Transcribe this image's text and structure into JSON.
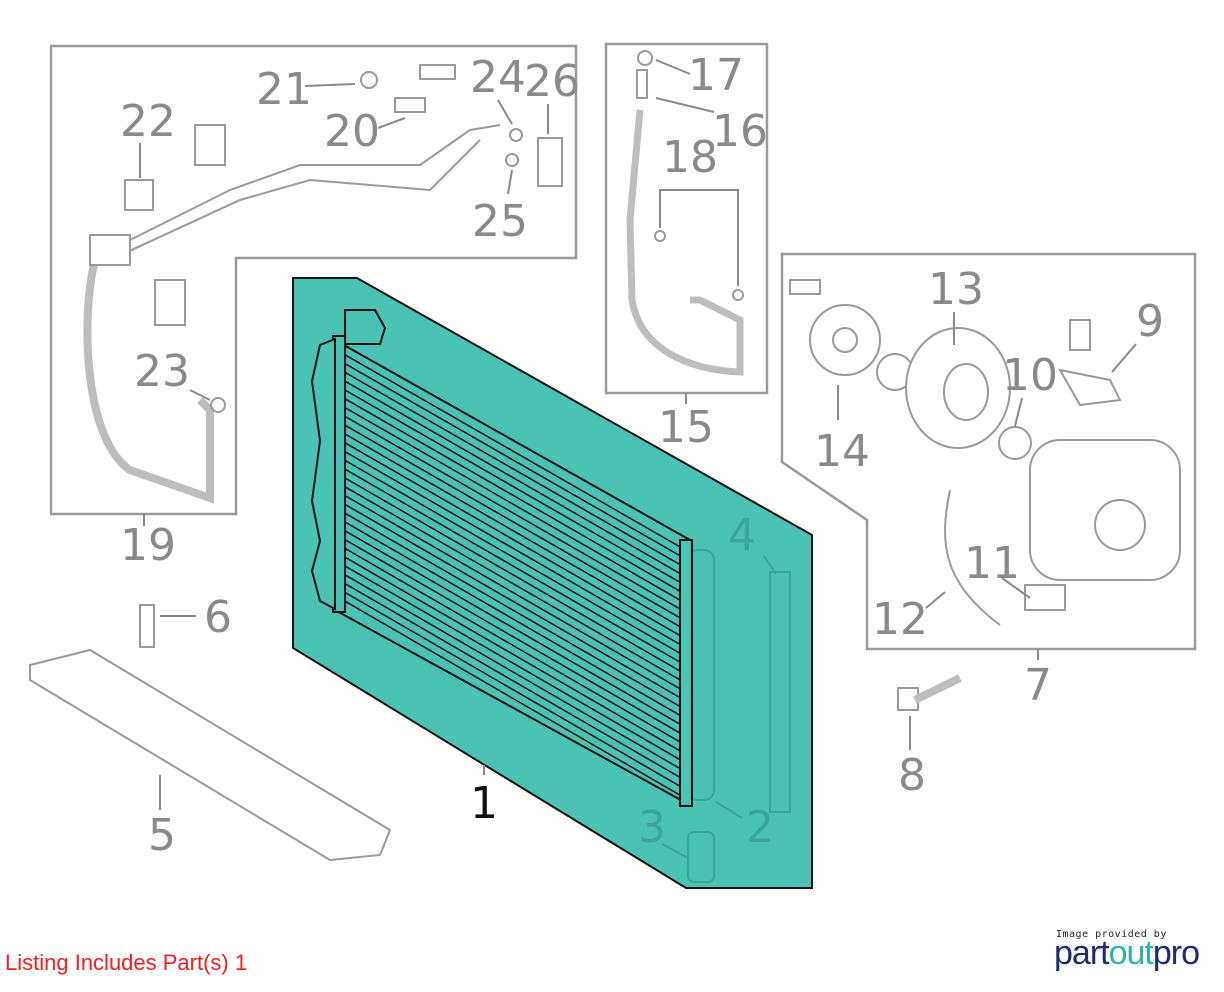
{
  "diagram": {
    "callouts": [
      "1",
      "2",
      "3",
      "4",
      "5",
      "6",
      "7",
      "8",
      "9",
      "10",
      "11",
      "12",
      "13",
      "14",
      "15",
      "16",
      "17",
      "18",
      "19",
      "20",
      "21",
      "22",
      "23",
      "24",
      "25",
      "26"
    ],
    "highlighted_part": "1",
    "highlight_color": "#4bc3b3"
  },
  "footer": {
    "listing_text": "Listing Includes Part(s) 1",
    "credit_text": "Image provided by",
    "logo_part1": "part",
    "logo_part2": "out",
    "logo_part3": "pro",
    "listing_color": "#ff1a1a"
  }
}
